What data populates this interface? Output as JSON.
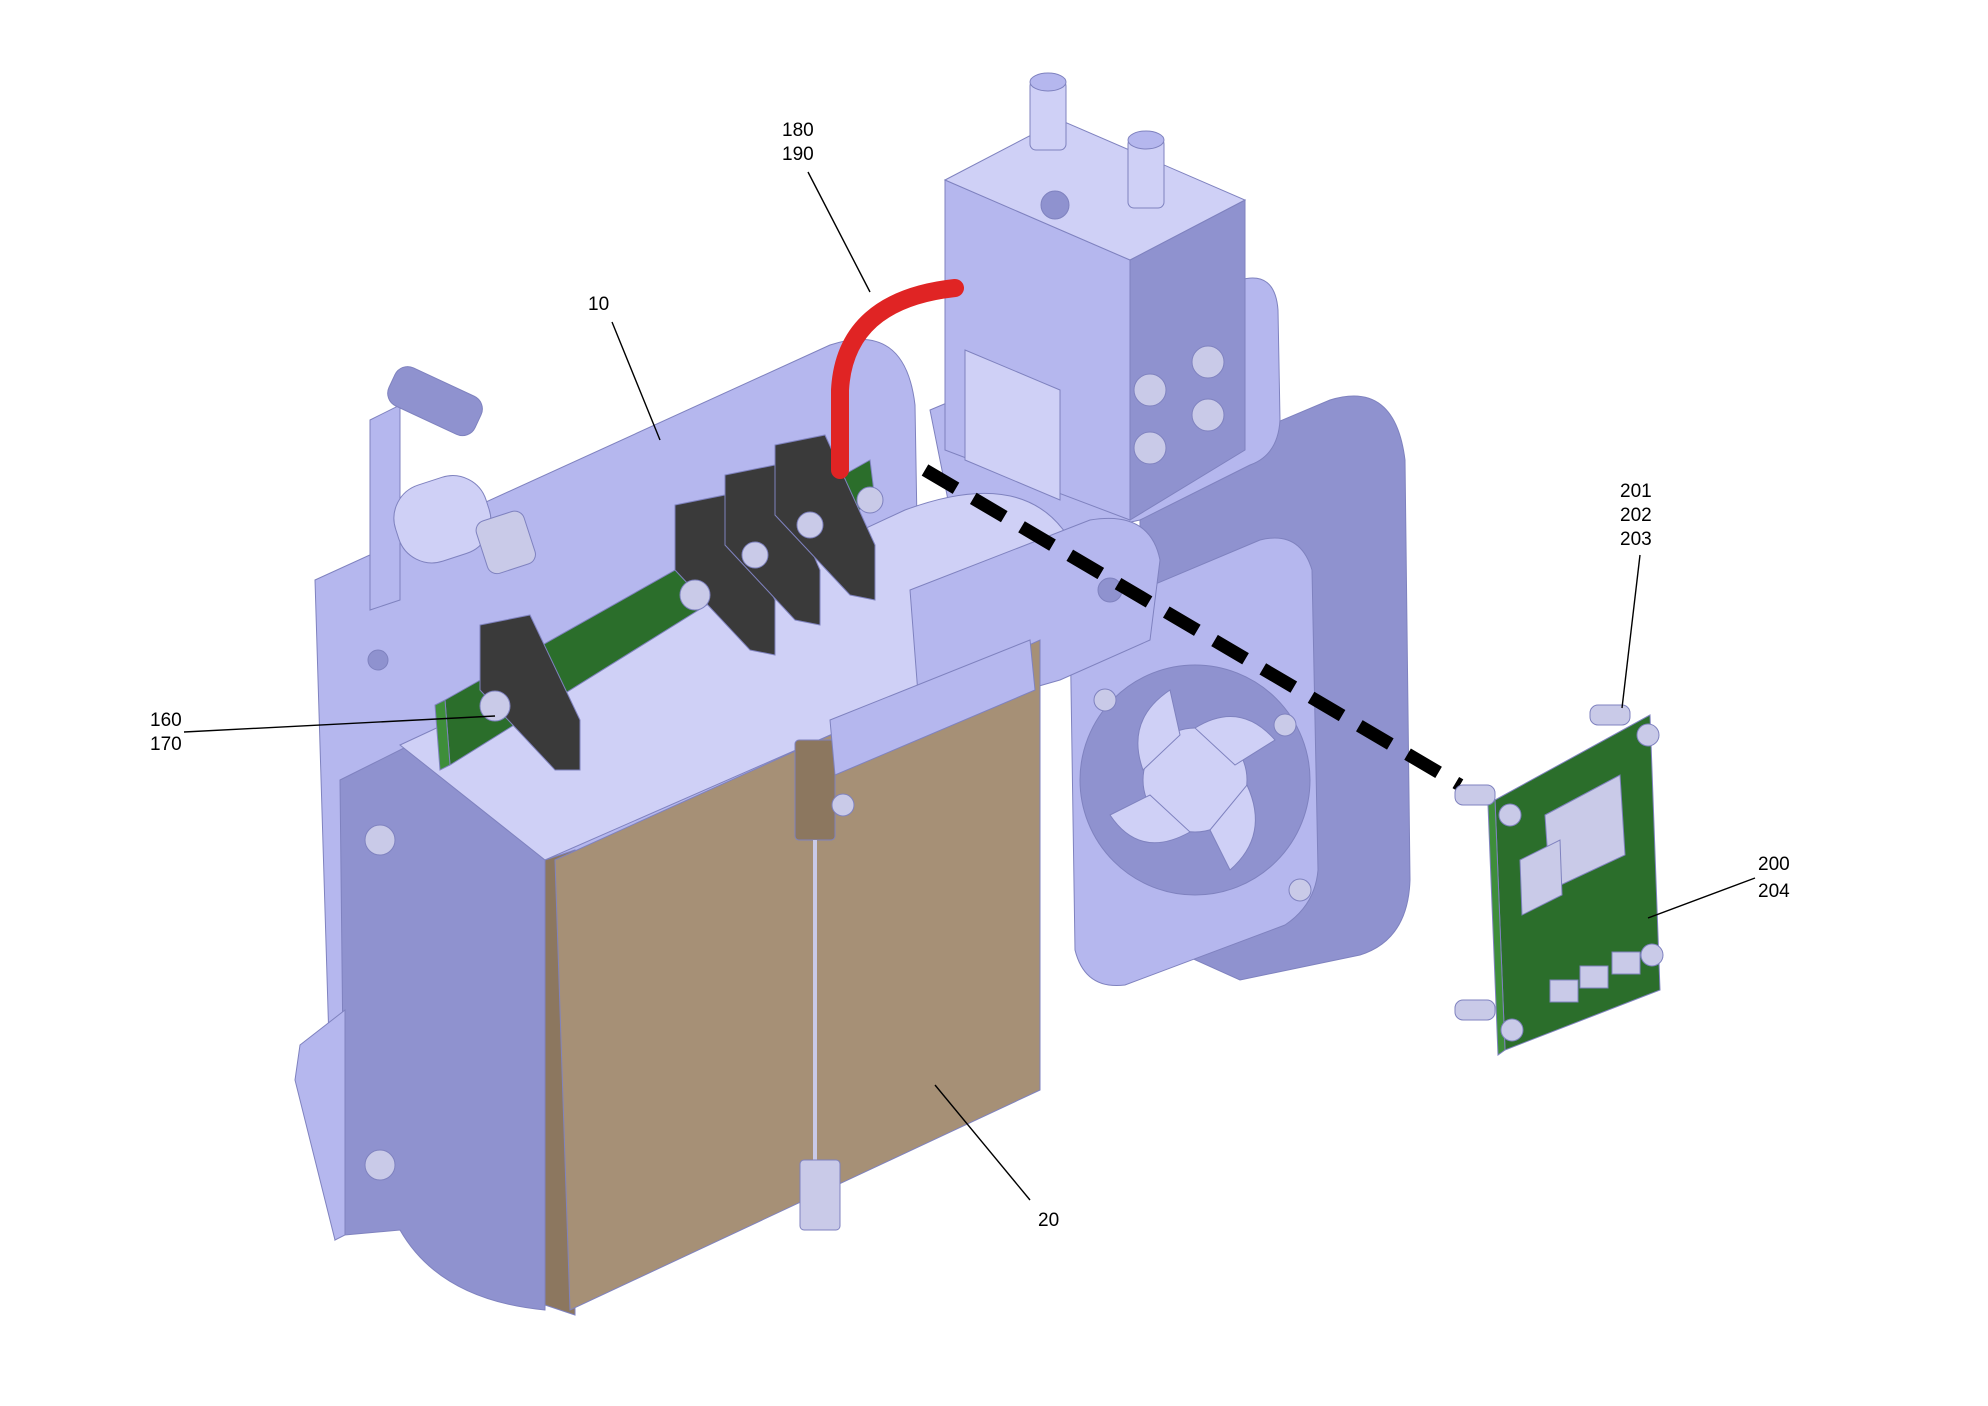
{
  "colors": {
    "frame": "#b5b7ee",
    "frame_light": "#cfd0f6",
    "frame_dark": "#8f92cf",
    "frame_edge": "#7f82bf",
    "pcb": "#2b6e2b",
    "pcb_light": "#3e8e3a",
    "transformer": "#a69076",
    "transformer_dark": "#8c775f",
    "cable": "#e02424",
    "insulator": "#3a3a3a",
    "line": "#000000",
    "hardware": "#c9cae8"
  },
  "callouts": {
    "c10": {
      "lines": [
        "10"
      ]
    },
    "c20": {
      "lines": [
        "20"
      ]
    },
    "c160": {
      "lines": [
        "160",
        "170"
      ]
    },
    "c180": {
      "lines": [
        "180",
        "190"
      ]
    },
    "c200": {
      "lines": [
        "200",
        "204"
      ]
    },
    "c201": {
      "lines": [
        "201",
        "202",
        "203"
      ]
    }
  },
  "components": {
    "frame": {
      "icon": "mounting-bracket"
    },
    "transformer": {
      "icon": "transformer-block"
    },
    "terminal_pcb": {
      "icon": "terminal-strip"
    },
    "relay": {
      "icon": "relay-block"
    },
    "fan": {
      "icon": "cooling-fan"
    },
    "control_pcb": {
      "icon": "control-board"
    },
    "cable": {
      "icon": "red-wire"
    },
    "assembly_axis": {
      "icon": "dashed-assembly-line"
    }
  }
}
